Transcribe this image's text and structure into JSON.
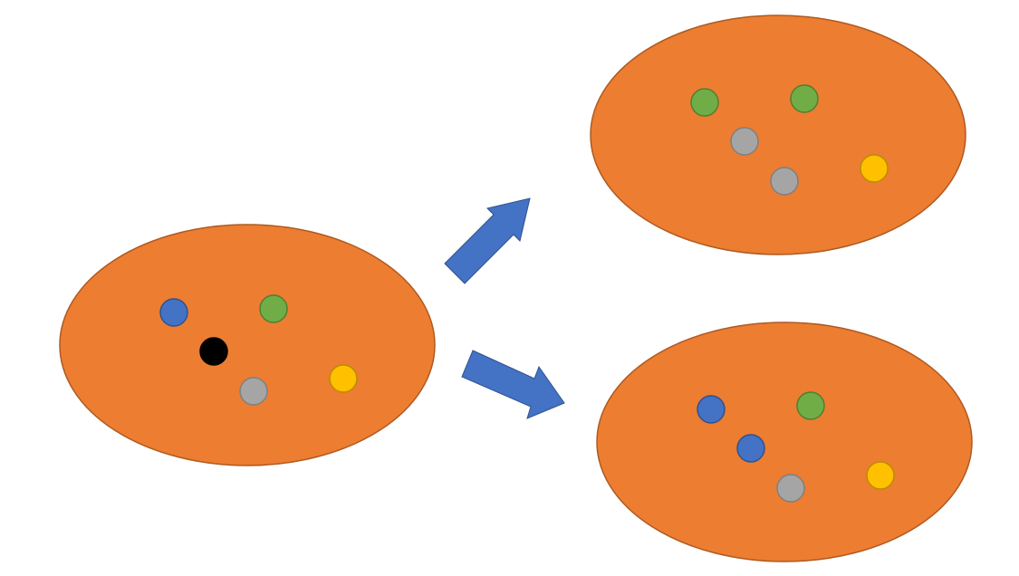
{
  "colors": {
    "background": "#ffffff",
    "ellipse_fill": "#ED7D31",
    "ellipse_stroke": "#AE5A21",
    "arrow_fill": "#4472C4",
    "arrow_stroke": "#2F528F"
  },
  "marble_colors": {
    "blue": {
      "fill": "#4472C4",
      "stroke": "#2F528F"
    },
    "green": {
      "fill": "#70AD47",
      "stroke": "#507E32"
    },
    "gray": {
      "fill": "#A5A5A5",
      "stroke": "#7F7F7F"
    },
    "yellow": {
      "fill": "#FFC000",
      "stroke": "#BC8C00"
    },
    "black": {
      "fill": "#000000",
      "stroke": "#000000"
    }
  },
  "diagram": {
    "source_group": {
      "marbles": [
        "blue",
        "green",
        "black",
        "gray",
        "yellow"
      ]
    },
    "arrows": [
      {
        "from": "source_group",
        "to": "upper_group",
        "icon": "arrow-up-right-icon"
      },
      {
        "from": "source_group",
        "to": "lower_group",
        "icon": "arrow-down-right-icon"
      }
    ],
    "upper_group": {
      "marbles": [
        "green",
        "green",
        "gray",
        "gray",
        "yellow"
      ]
    },
    "lower_group": {
      "marbles": [
        "blue",
        "green",
        "blue",
        "gray",
        "yellow"
      ]
    }
  }
}
